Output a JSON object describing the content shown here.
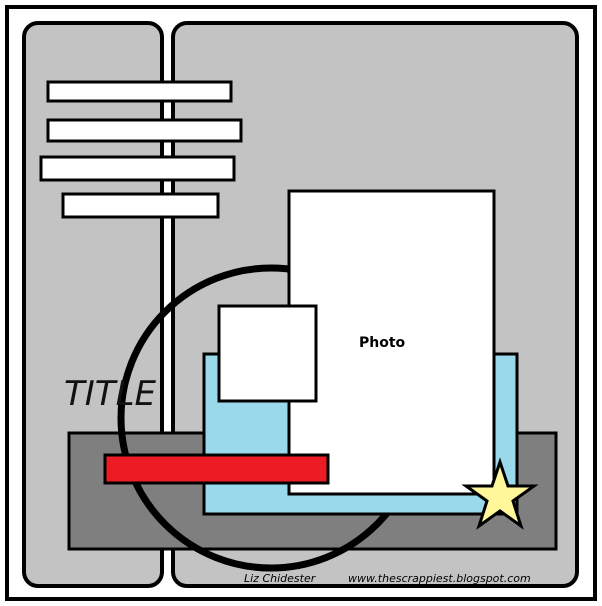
{
  "sketch": {
    "title_label": "TITLE",
    "photo_label": "Photo",
    "author": "Liz Chidester",
    "website": "www.thescrappiest.blogspot.com"
  },
  "colors": {
    "background_panel": "#c3c3c3",
    "strip": "#7f7f7f",
    "mat": "#99d9ea",
    "accent_strip": "#ed1c24",
    "star": "#fff799",
    "photo": "#ffffff"
  }
}
